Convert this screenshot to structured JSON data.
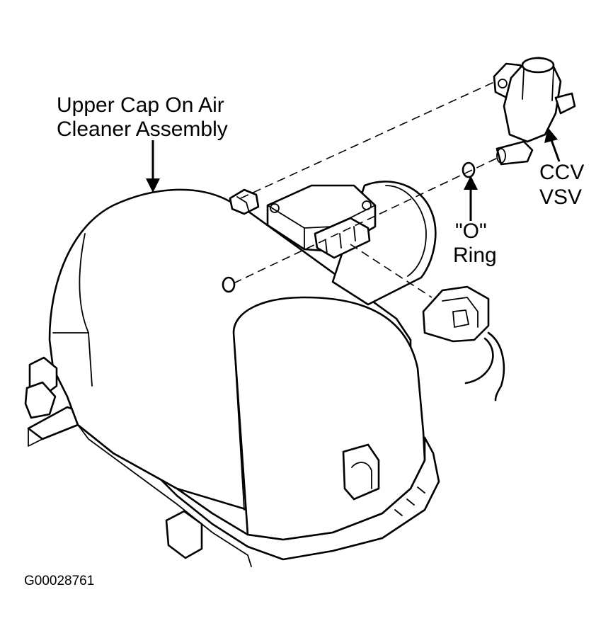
{
  "labels": {
    "upper_cap_line1": "Upper Cap On Air",
    "upper_cap_line2": "Cleaner Assembly",
    "ccv": "CCV",
    "vsv": "VSV",
    "o_ring_line1": "\"O\"",
    "o_ring_line2": "Ring",
    "figure_id": "G00028761"
  }
}
